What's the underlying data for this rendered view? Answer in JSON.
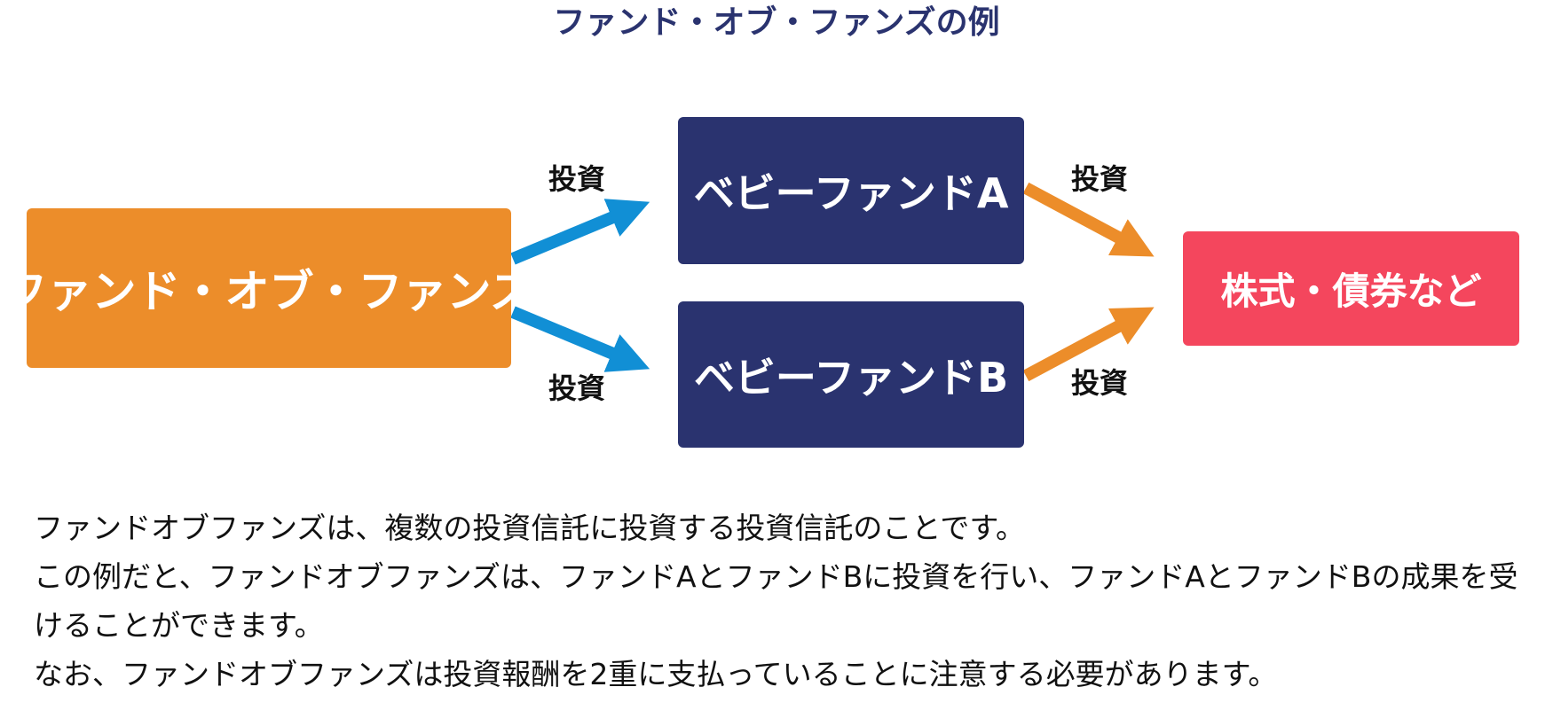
{
  "title": "ファンド・オブ・ファンズの例",
  "nodes": {
    "fund_of_funds": "ファンド・オブ・ファンズ",
    "baby_fund_a": "ベビーファンドA",
    "baby_fund_b": "ベビーファンドB",
    "stocks_bonds": "株式・債券など"
  },
  "edges": {
    "fof_to_a": "投資",
    "fof_to_b": "投資",
    "a_to_stocks": "投資",
    "b_to_stocks": "投資"
  },
  "colors": {
    "title": "#2a336f",
    "fund_of_funds": "#ec8d2a",
    "baby_fund": "#2a336f",
    "stocks_bonds": "#f4465d",
    "arrow_blue": "#118fd5",
    "arrow_orange": "#ec8d2a"
  },
  "description": {
    "line1": "ファンドオブファンズは、複数の投資信託に投資する投資信託のことです。",
    "line2": "この例だと、ファンドオブファンズは、ファンドAとファンドBに投資を行い、ファンドAとファンドBの成果を受けることができます。",
    "line3": "なお、ファンドオブファンズは投資報酬を2重に支払っていることに注意する必要があります。"
  }
}
